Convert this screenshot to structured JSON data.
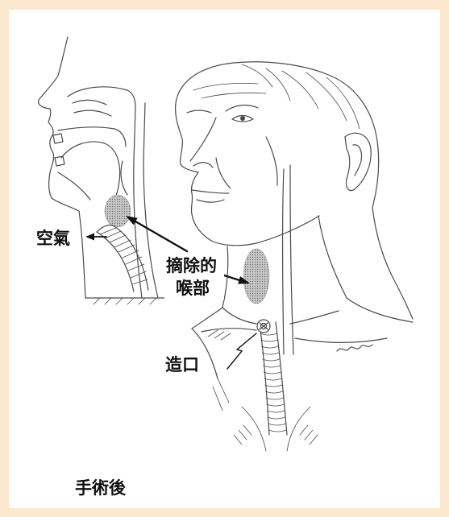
{
  "labels": {
    "air": "空氣",
    "removed_larynx_line1": "摘除的",
    "removed_larynx_line2": "喉部",
    "stoma": "造口",
    "caption": "手術後"
  },
  "colors": {
    "frame": "#fbe8cf",
    "panel": "#ffffff",
    "ink": "#4a4a4a",
    "shading": "#b9b9b9",
    "label": "#111111"
  }
}
